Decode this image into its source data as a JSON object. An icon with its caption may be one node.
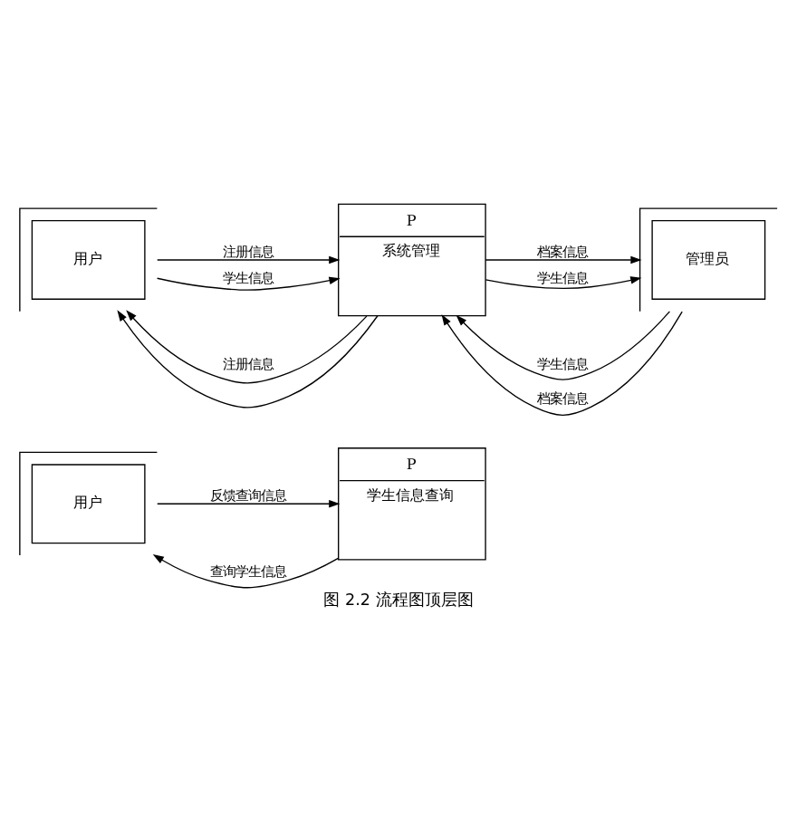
{
  "diagram": {
    "caption": "图 2.2 流程图顶层图",
    "nodes": [
      {
        "text": [
          "用户"
        ]
      },
      {
        "text": [
          "P",
          "系统管理"
        ]
      },
      {
        "text": [
          "管理员"
        ]
      },
      {
        "text": [
          "用户"
        ]
      },
      {
        "text": [
          "P",
          "学生信息查询"
        ]
      }
    ],
    "edges": [
      {
        "from": 0,
        "to": 1,
        "arrow": "to",
        "label": "注册信息"
      },
      {
        "from": 1,
        "to": 0,
        "arrow": "to",
        "label": "注册信息"
      },
      {
        "from": 2,
        "to": 1,
        "arrow": "to",
        "label": "学生信息"
      },
      {
        "from": 1,
        "to": 2,
        "arrow": "to",
        "label": "档案信息"
      },
      {
        "from": 1,
        "to": 2,
        "arrow": "to",
        "label": "学生信息"
      },
      {
        "from": 1,
        "to": 0,
        "arrow": "to"
      },
      {
        "from": 0,
        "to": 1,
        "arrow": "to",
        "label": "学生信息"
      },
      {
        "from": 2,
        "to": 1,
        "arrow": "to",
        "label": "档案信息"
      },
      {
        "from": 4,
        "to": 3,
        "arrow": "to",
        "label": "查询学生信息"
      },
      {
        "from": 3,
        "to": 4,
        "arrow": "to",
        "label": "反馈查询信息"
      }
    ]
  }
}
